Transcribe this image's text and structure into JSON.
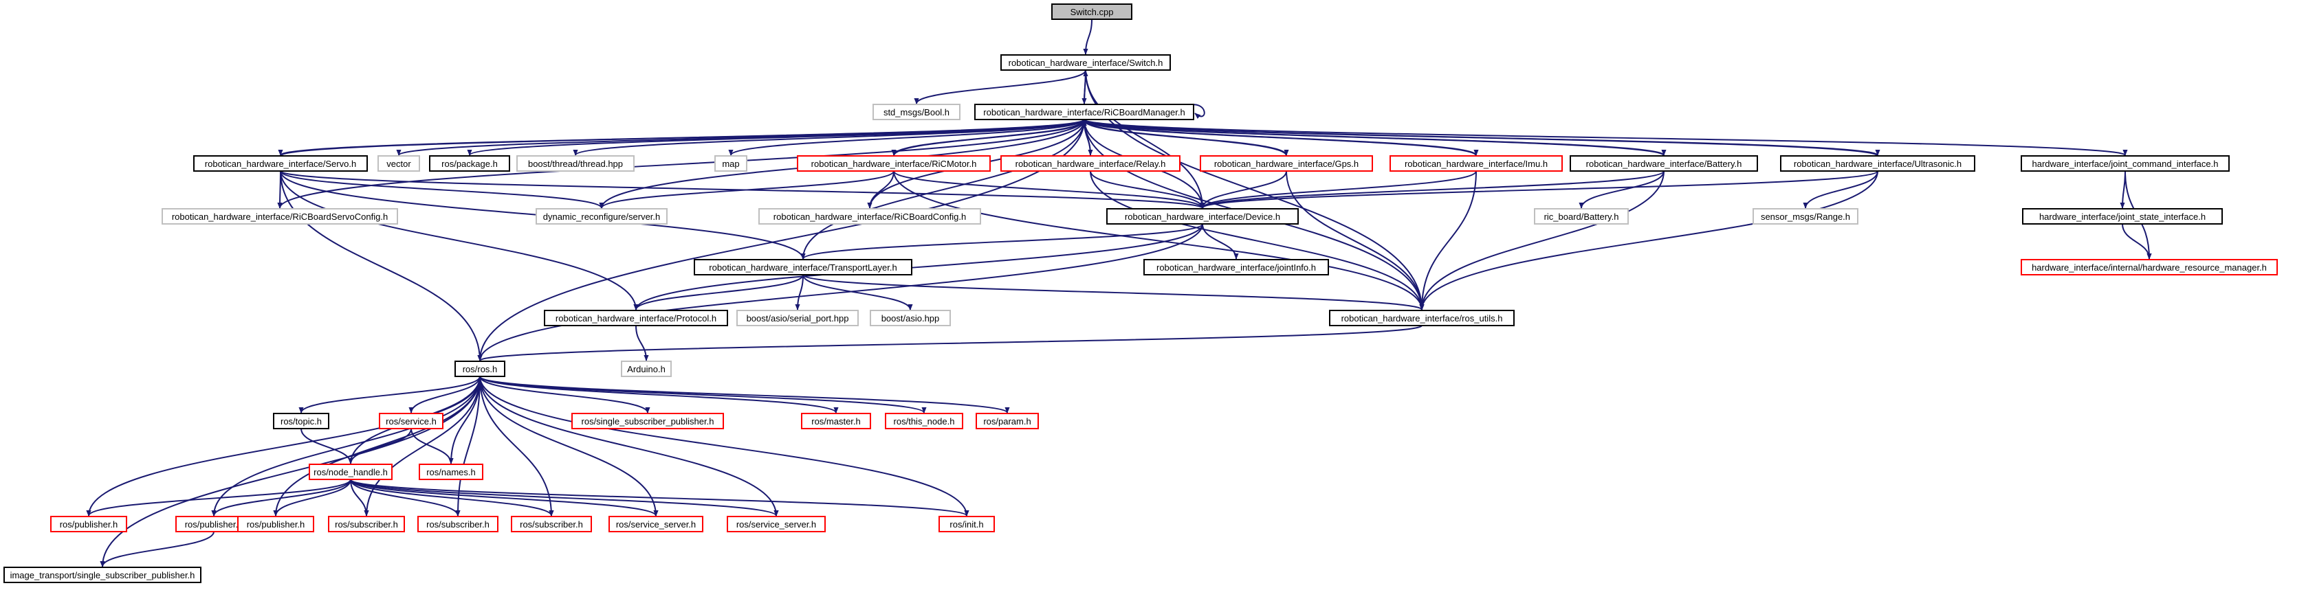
{
  "diagram": {
    "colors": {
      "edge": "#191970",
      "root_fill": "#bfbfbf",
      "documented_border": "#000000",
      "missing_border": "#ff0000",
      "external_border": "#bfbfbf",
      "text": "#000000"
    },
    "nodes": [
      {
        "id": "switch_cpp",
        "label": "Switch.cpp",
        "kind": "root"
      },
      {
        "id": "switch_h",
        "label": "robotican_hardware_interface/Switch.h",
        "kind": "documented"
      },
      {
        "id": "bool_h",
        "label": "std_msgs/Bool.h",
        "kind": "external"
      },
      {
        "id": "ricboard",
        "label": "robotican_hardware_interface/RiCBoardManager.h",
        "kind": "documented"
      },
      {
        "id": "servo",
        "label": "robotican_hardware_interface/Servo.h",
        "kind": "documented"
      },
      {
        "id": "vector",
        "label": "vector",
        "kind": "external"
      },
      {
        "id": "ros_package",
        "label": "ros/package.h",
        "kind": "documented"
      },
      {
        "id": "boost_thread",
        "label": "boost/thread/thread.hpp",
        "kind": "external"
      },
      {
        "id": "map",
        "label": "map",
        "kind": "external"
      },
      {
        "id": "ricmotor",
        "label": "robotican_hardware_interface/RiCMotor.h",
        "kind": "missing"
      },
      {
        "id": "relay",
        "label": "robotican_hardware_interface/Relay.h",
        "kind": "missing"
      },
      {
        "id": "gps",
        "label": "robotican_hardware_interface/Gps.h",
        "kind": "missing"
      },
      {
        "id": "imu",
        "label": "robotican_hardware_interface/Imu.h",
        "kind": "missing"
      },
      {
        "id": "battery",
        "label": "robotican_hardware_interface/Battery.h",
        "kind": "documented"
      },
      {
        "id": "ultrasonic",
        "label": "robotican_hardware_interface/Ultrasonic.h",
        "kind": "documented"
      },
      {
        "id": "joint_cmd",
        "label": "hardware_interface/joint_command_interface.h",
        "kind": "documented"
      },
      {
        "id": "servo_config",
        "label": "robotican_hardware_interface/RiCBoardServoConfig.h",
        "kind": "external"
      },
      {
        "id": "dyn_server",
        "label": "dynamic_reconfigure/server.h",
        "kind": "external"
      },
      {
        "id": "ricboard_config",
        "label": "robotican_hardware_interface/RiCBoardConfig.h",
        "kind": "external"
      },
      {
        "id": "device",
        "label": "robotican_hardware_interface/Device.h",
        "kind": "documented"
      },
      {
        "id": "ric_battery",
        "label": "ric_board/Battery.h",
        "kind": "external"
      },
      {
        "id": "range",
        "label": "sensor_msgs/Range.h",
        "kind": "external"
      },
      {
        "id": "joint_state",
        "label": "hardware_interface/joint_state_interface.h",
        "kind": "documented"
      },
      {
        "id": "hw_resource",
        "label": "hardware_interface/internal/hardware_resource_manager.h",
        "kind": "missing"
      },
      {
        "id": "transport",
        "label": "robotican_hardware_interface/TransportLayer.h",
        "kind": "documented"
      },
      {
        "id": "jointinfo",
        "label": "robotican_hardware_interface/jointInfo.h",
        "kind": "documented"
      },
      {
        "id": "protocol",
        "label": "robotican_hardware_interface/Protocol.h",
        "kind": "documented"
      },
      {
        "id": "serial_port",
        "label": "boost/asio/serial_port.hpp",
        "kind": "external"
      },
      {
        "id": "asio",
        "label": "boost/asio.hpp",
        "kind": "external"
      },
      {
        "id": "ros_utils",
        "label": "robotican_hardware_interface/ros_utils.h",
        "kind": "documented"
      },
      {
        "id": "arduino",
        "label": "Arduino.h",
        "kind": "external"
      },
      {
        "id": "ros_h",
        "label": "ros/ros.h",
        "kind": "documented"
      },
      {
        "id": "topic",
        "label": "ros/topic.h",
        "kind": "documented"
      },
      {
        "id": "service",
        "label": "ros/service.h",
        "kind": "missing"
      },
      {
        "id": "single_sub_pub",
        "label": "ros/single_subscriber_publisher.h",
        "kind": "missing"
      },
      {
        "id": "master",
        "label": "ros/master.h",
        "kind": "missing"
      },
      {
        "id": "this_node",
        "label": "ros/this_node.h",
        "kind": "missing"
      },
      {
        "id": "param",
        "label": "ros/param.h",
        "kind": "missing"
      },
      {
        "id": "node_handle",
        "label": "ros/node_handle.h",
        "kind": "missing"
      },
      {
        "id": "names",
        "label": "ros/names.h",
        "kind": "missing"
      },
      {
        "id": "pub1",
        "label": "ros/publisher.h",
        "kind": "missing"
      },
      {
        "id": "pub2",
        "label": "ros/publisher.h",
        "kind": "missing"
      },
      {
        "id": "pub3",
        "label": "ros/publisher.h",
        "kind": "missing"
      },
      {
        "id": "sub1",
        "label": "ros/subscriber.h",
        "kind": "missing"
      },
      {
        "id": "sub2",
        "label": "ros/subscriber.h",
        "kind": "missing"
      },
      {
        "id": "sub3",
        "label": "ros/subscriber.h",
        "kind": "missing"
      },
      {
        "id": "srv1",
        "label": "ros/service_server.h",
        "kind": "missing"
      },
      {
        "id": "srv2",
        "label": "ros/service_server.h",
        "kind": "missing"
      },
      {
        "id": "init",
        "label": "ros/init.h",
        "kind": "missing"
      },
      {
        "id": "img_transport",
        "label": "image_transport/single_subscriber_publisher.h",
        "kind": "documented"
      }
    ],
    "edges": [
      [
        "switch_cpp",
        "switch_h"
      ],
      [
        "switch_h",
        "bool_h"
      ],
      [
        "switch_h",
        "ricboard"
      ],
      [
        "switch_h",
        "device"
      ],
      [
        "switch_h",
        "ros_utils"
      ],
      [
        "ricboard",
        "ricboard"
      ],
      [
        "ricboard",
        "switch_h"
      ],
      [
        "ricboard",
        "servo"
      ],
      [
        "ricboard",
        "vector"
      ],
      [
        "ricboard",
        "ros_package"
      ],
      [
        "ricboard",
        "boost_thread"
      ],
      [
        "ricboard",
        "map"
      ],
      [
        "ricboard",
        "ricmotor"
      ],
      [
        "ricboard",
        "relay"
      ],
      [
        "ricboard",
        "gps"
      ],
      [
        "ricboard",
        "imu"
      ],
      [
        "ricboard",
        "battery"
      ],
      [
        "ricboard",
        "ultrasonic"
      ],
      [
        "ricboard",
        "joint_cmd"
      ],
      [
        "ricboard",
        "servo_config"
      ],
      [
        "ricboard",
        "dyn_server"
      ],
      [
        "ricboard",
        "ricboard_config"
      ],
      [
        "ricboard",
        "device"
      ],
      [
        "ricboard",
        "transport"
      ],
      [
        "ricboard",
        "ros_utils"
      ],
      [
        "ricboard",
        "ros_h"
      ],
      [
        "servo",
        "ricboard"
      ],
      [
        "servo",
        "servo_config"
      ],
      [
        "servo",
        "dyn_server"
      ],
      [
        "servo",
        "device"
      ],
      [
        "servo",
        "transport"
      ],
      [
        "servo",
        "protocol"
      ],
      [
        "servo",
        "ros_h"
      ],
      [
        "ricmotor",
        "ricboard"
      ],
      [
        "ricmotor",
        "dyn_server"
      ],
      [
        "ricmotor",
        "ricboard_config"
      ],
      [
        "ricmotor",
        "device"
      ],
      [
        "ricmotor",
        "ros_utils"
      ],
      [
        "relay",
        "ricboard"
      ],
      [
        "relay",
        "device"
      ],
      [
        "relay",
        "ros_utils"
      ],
      [
        "gps",
        "ricboard"
      ],
      [
        "gps",
        "device"
      ],
      [
        "gps",
        "ros_utils"
      ],
      [
        "imu",
        "ricboard"
      ],
      [
        "imu",
        "device"
      ],
      [
        "imu",
        "ros_utils"
      ],
      [
        "battery",
        "ricboard"
      ],
      [
        "battery",
        "device"
      ],
      [
        "battery",
        "ric_battery"
      ],
      [
        "battery",
        "ros_utils"
      ],
      [
        "ultrasonic",
        "ricboard"
      ],
      [
        "ultrasonic",
        "device"
      ],
      [
        "ultrasonic",
        "range"
      ],
      [
        "ultrasonic",
        "ros_utils"
      ],
      [
        "joint_cmd",
        "joint_state"
      ],
      [
        "joint_cmd",
        "hw_resource"
      ],
      [
        "joint_state",
        "hw_resource"
      ],
      [
        "device",
        "transport"
      ],
      [
        "device",
        "jointinfo"
      ],
      [
        "device",
        "protocol"
      ],
      [
        "device",
        "ros_h"
      ],
      [
        "transport",
        "protocol"
      ],
      [
        "transport",
        "serial_port"
      ],
      [
        "transport",
        "asio"
      ],
      [
        "transport",
        "ros_utils"
      ],
      [
        "protocol",
        "arduino"
      ],
      [
        "ros_utils",
        "ros_h"
      ],
      [
        "ros_h",
        "topic"
      ],
      [
        "ros_h",
        "service"
      ],
      [
        "ros_h",
        "single_sub_pub"
      ],
      [
        "ros_h",
        "master"
      ],
      [
        "ros_h",
        "this_node"
      ],
      [
        "ros_h",
        "param"
      ],
      [
        "ros_h",
        "node_handle"
      ],
      [
        "ros_h",
        "names"
      ],
      [
        "ros_h",
        "pub1"
      ],
      [
        "ros_h",
        "pub2"
      ],
      [
        "ros_h",
        "pub3"
      ],
      [
        "ros_h",
        "sub1"
      ],
      [
        "ros_h",
        "sub2"
      ],
      [
        "ros_h",
        "sub3"
      ],
      [
        "ros_h",
        "srv1"
      ],
      [
        "ros_h",
        "srv2"
      ],
      [
        "ros_h",
        "init"
      ],
      [
        "ros_h",
        "img_transport"
      ],
      [
        "topic",
        "node_handle"
      ],
      [
        "service",
        "node_handle"
      ],
      [
        "service",
        "names"
      ],
      [
        "node_handle",
        "pub1"
      ],
      [
        "node_handle",
        "pub2"
      ],
      [
        "node_handle",
        "pub3"
      ],
      [
        "node_handle",
        "sub1"
      ],
      [
        "node_handle",
        "sub2"
      ],
      [
        "node_handle",
        "sub3"
      ],
      [
        "node_handle",
        "srv1"
      ],
      [
        "node_handle",
        "srv2"
      ],
      [
        "node_handle",
        "init"
      ],
      [
        "pub2",
        "img_transport"
      ]
    ]
  }
}
